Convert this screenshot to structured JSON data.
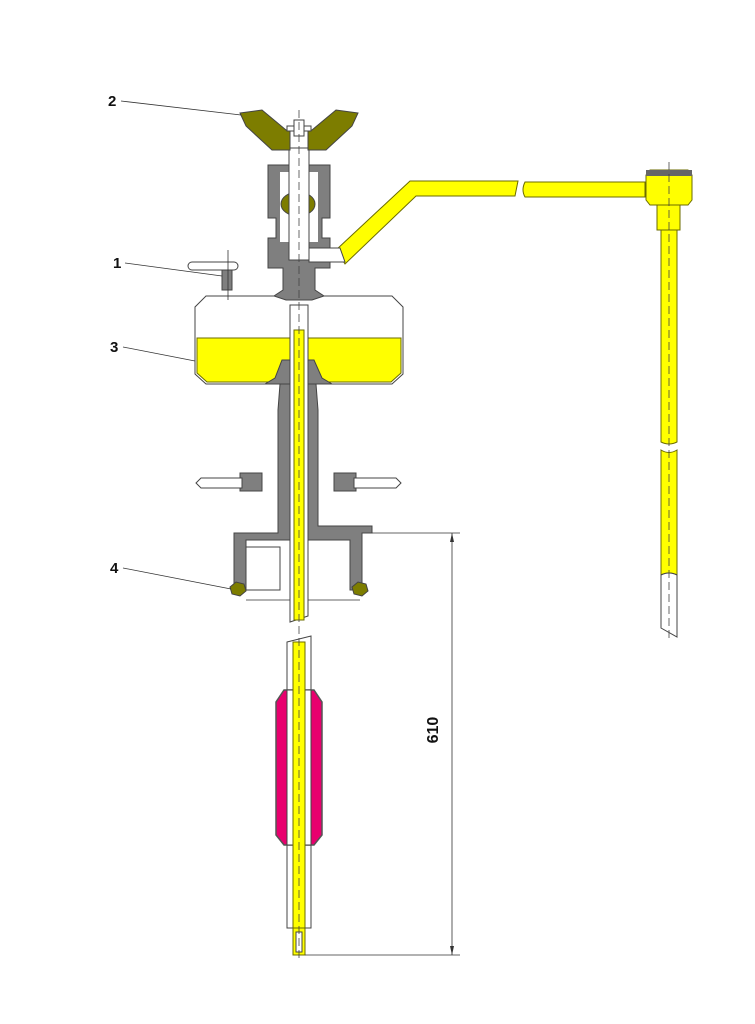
{
  "drawing": {
    "labels": [
      "1",
      "2",
      "3",
      "4"
    ],
    "dimension": "610"
  },
  "colors": {
    "fluid": "#ffff00",
    "body": "#7f7f7f",
    "wing_nut": "#7d7d00",
    "sleeve": "#e8006e"
  }
}
